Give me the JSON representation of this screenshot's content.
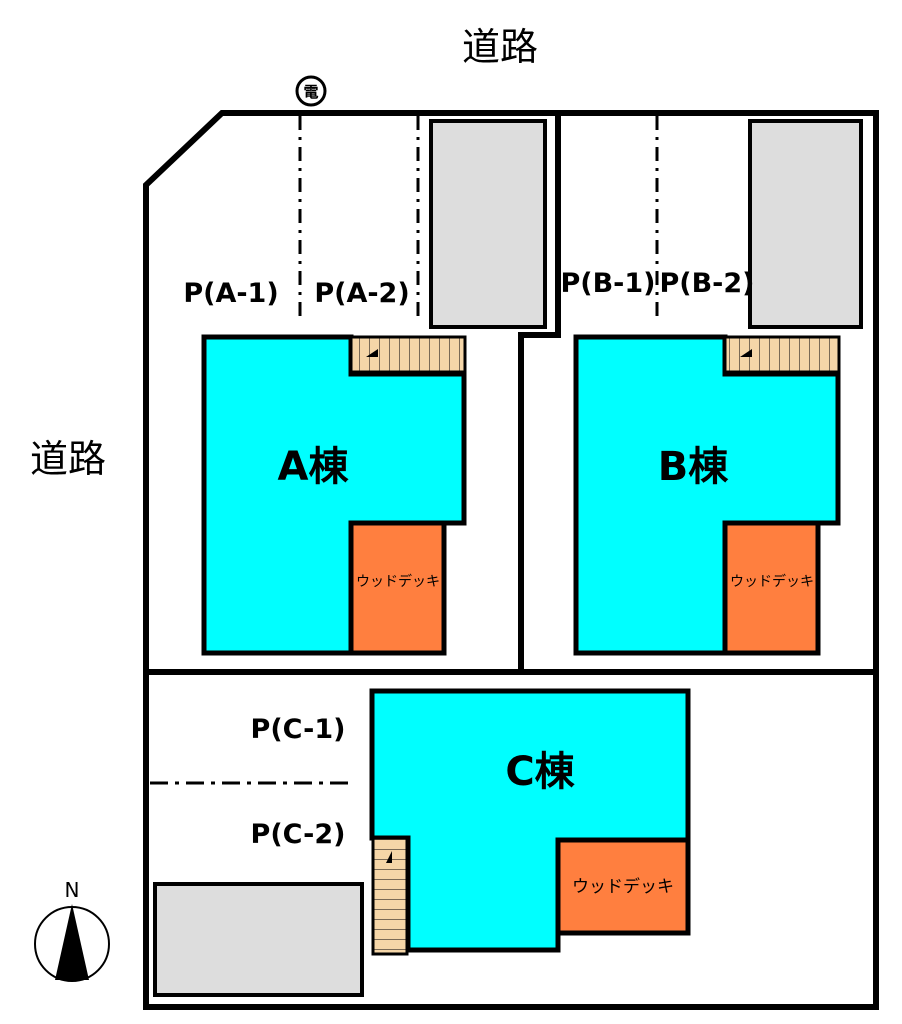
{
  "roads": {
    "top": "道路",
    "left": "道路"
  },
  "utility_pole": {
    "label": "電"
  },
  "parking": {
    "a1": "P(A-1)",
    "a2": "P(A-2)",
    "b1": "P(B-1)",
    "b2": "P(B-2)",
    "c1": "P(C-1)",
    "c2": "P(C-2)"
  },
  "buildings": {
    "a": {
      "label": "A棟",
      "deck": "ウッドデッキ"
    },
    "b": {
      "label": "B棟",
      "deck": "ウッドデッキ"
    },
    "c": {
      "label": "C棟",
      "deck": "ウッドデッキ"
    }
  },
  "compass": {
    "label": "N"
  },
  "colors": {
    "building": "#00ffff",
    "deck": "#ff7f3f",
    "stairs": "#f5d6a8",
    "shed": "#dddddd",
    "line": "#000000"
  }
}
